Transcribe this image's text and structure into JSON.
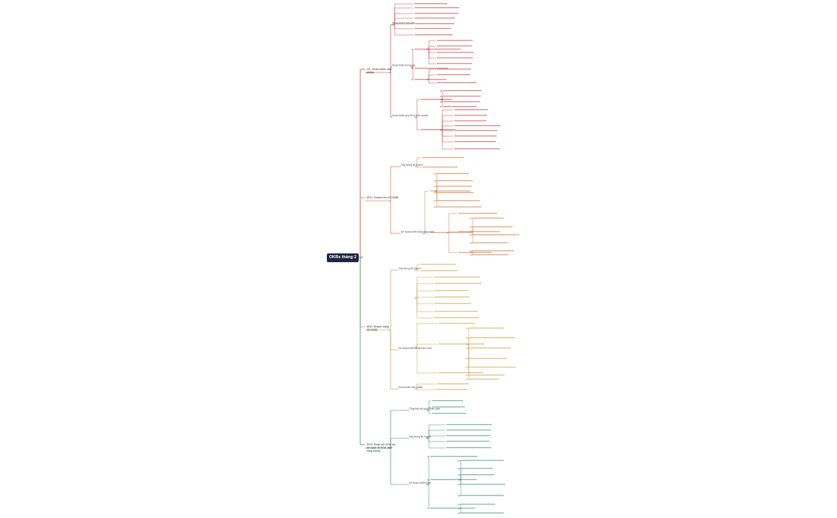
{
  "map": {
    "root": {
      "text": "OKRs tháng 2"
    },
    "colors": {
      "branch_1": "#c4373f",
      "branch_2": "#d36b2a",
      "branch_3": "#c89a2d",
      "branch_4": "#2b8a6e"
    },
    "branches": [
      {
        "text": "O1: Hoàn thiện sản phẩm"
      },
      {
        "text": "KR1: Doanh thu 20.000$"
      },
      {
        "text": "KR2: Khách hàng 30.000$"
      },
      {
        "text": "KR3: Phân bổ 20% dự án tuần về KOL (mở rộng kênh)"
      }
    ],
    "level2": [
      {
        "text": "Hoàn thành website"
      },
      {
        "text": "Hoàn thiện nội dung"
      },
      {
        "text": "Hoàn thiện quy trình kinh doanh"
      },
      {
        "text": "Xây dựng kế hoạch"
      },
      {
        "text": "Kế hoạch triển khai theo tuần"
      },
      {
        "text": "Xây dựng kế hoạch"
      },
      {
        "text": "Kế hoạch triển khai theo tuần"
      },
      {
        "text": "Hoàn thiện sản phẩm"
      },
      {
        "text": "Tổng kết kết quả chiến dịch"
      },
      {
        "text": "Xây dựng kế hoạch"
      },
      {
        "text": "Kế hoạch triển khai"
      }
    ]
  }
}
